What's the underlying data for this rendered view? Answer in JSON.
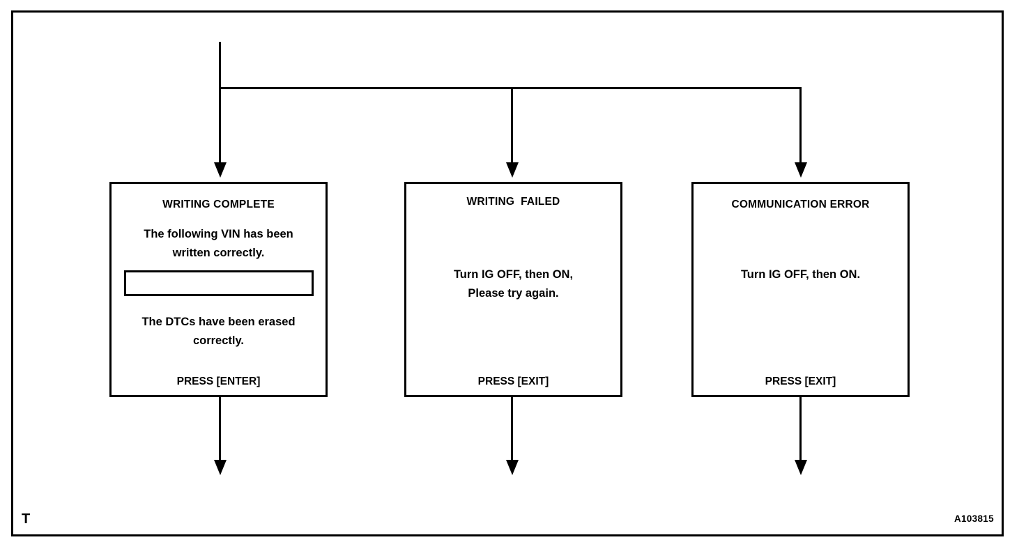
{
  "figure": {
    "corner_mark": "T",
    "figure_id": "A103815",
    "line_color": "#000000",
    "background_color": "#ffffff"
  },
  "flow": {
    "description": "Single input branches into three terminal screen states",
    "branch_count": 3
  },
  "boxes": [
    {
      "id": "writing-complete",
      "title": "WRITING COMPLETE",
      "body_line_1": "The following VIN has been",
      "body_line_2": "written correctly.",
      "field_value": "",
      "field_placeholder": "",
      "body_line_3": "The DTCs have been erased",
      "body_line_4": "correctly.",
      "footer": "PRESS [ENTER]"
    },
    {
      "id": "writing-failed",
      "title": "WRITING  FAILED",
      "body_line_1": "Turn IG OFF, then ON,",
      "body_line_2": "Please try again.",
      "footer": "PRESS [EXIT]"
    },
    {
      "id": "communication-error",
      "title": "COMMUNICATION ERROR",
      "body_line_1": "Turn IG OFF, then ON.",
      "footer": "PRESS [EXIT]"
    }
  ]
}
